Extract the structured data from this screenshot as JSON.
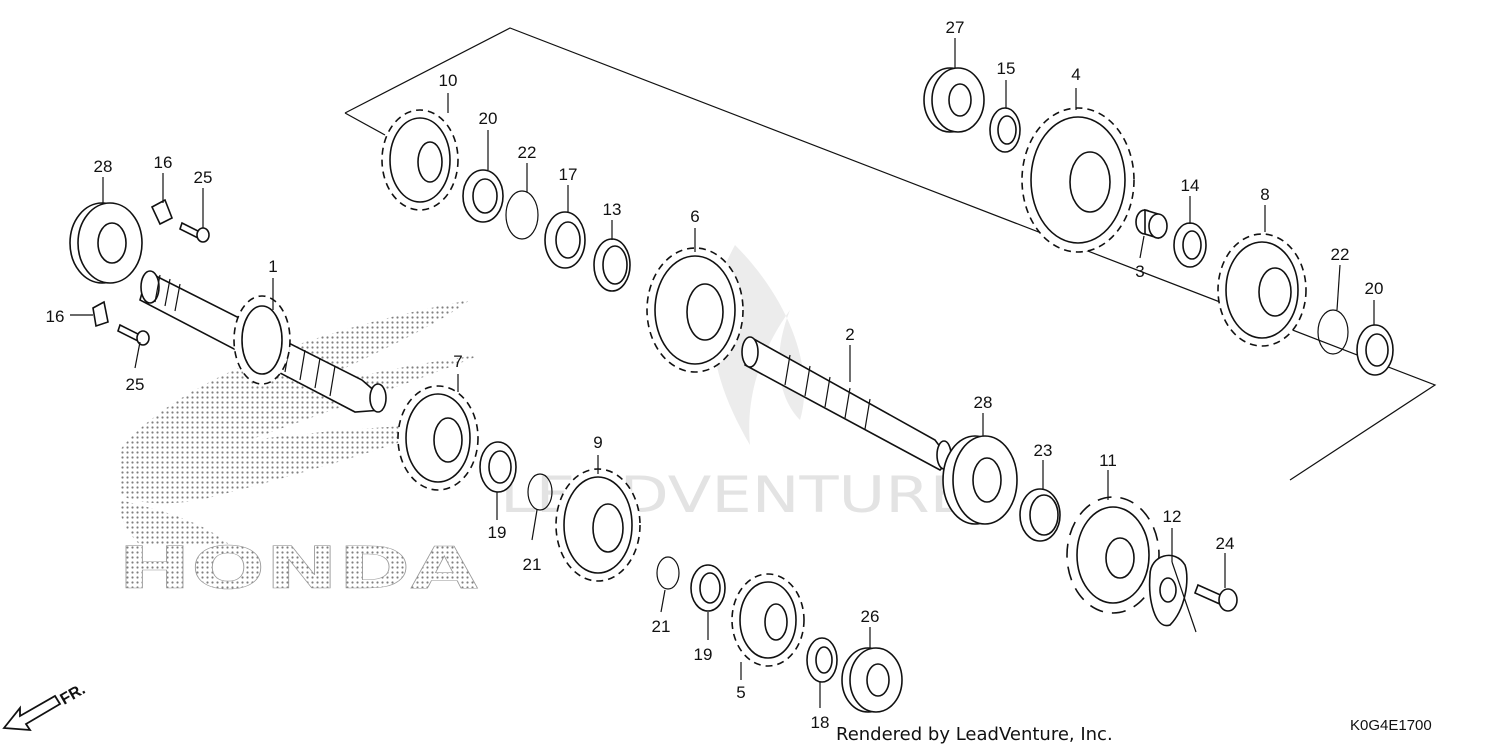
{
  "diagram": {
    "diagram_code": "K0G4E1700",
    "credit": "Rendered by LeadVenture, Inc.",
    "front_marker": "FR.",
    "logo_wordmark": "HONDA",
    "watermark_text": "LEADVENTURE",
    "callouts": [
      {
        "id": "c1",
        "label": "1"
      },
      {
        "id": "c2",
        "label": "2"
      },
      {
        "id": "c3",
        "label": "3"
      },
      {
        "id": "c4",
        "label": "4"
      },
      {
        "id": "c5",
        "label": "5"
      },
      {
        "id": "c6",
        "label": "6"
      },
      {
        "id": "c7",
        "label": "7"
      },
      {
        "id": "c8",
        "label": "8"
      },
      {
        "id": "c9",
        "label": "9"
      },
      {
        "id": "c10",
        "label": "10"
      },
      {
        "id": "c11",
        "label": "11"
      },
      {
        "id": "c12",
        "label": "12"
      },
      {
        "id": "c13",
        "label": "13"
      },
      {
        "id": "c14",
        "label": "14"
      },
      {
        "id": "c15",
        "label": "15"
      },
      {
        "id": "c16a",
        "label": "16"
      },
      {
        "id": "c16b",
        "label": "16"
      },
      {
        "id": "c17",
        "label": "17"
      },
      {
        "id": "c18",
        "label": "18"
      },
      {
        "id": "c19a",
        "label": "19"
      },
      {
        "id": "c19b",
        "label": "19"
      },
      {
        "id": "c20a",
        "label": "20"
      },
      {
        "id": "c20b",
        "label": "20"
      },
      {
        "id": "c21a",
        "label": "21"
      },
      {
        "id": "c21b",
        "label": "21"
      },
      {
        "id": "c22a",
        "label": "22"
      },
      {
        "id": "c22b",
        "label": "22"
      },
      {
        "id": "c23",
        "label": "23"
      },
      {
        "id": "c24",
        "label": "24"
      },
      {
        "id": "c25a",
        "label": "25"
      },
      {
        "id": "c25b",
        "label": "25"
      },
      {
        "id": "c26",
        "label": "26"
      },
      {
        "id": "c27",
        "label": "27"
      },
      {
        "id": "c28a",
        "label": "28"
      },
      {
        "id": "c28b",
        "label": "28"
      }
    ]
  }
}
